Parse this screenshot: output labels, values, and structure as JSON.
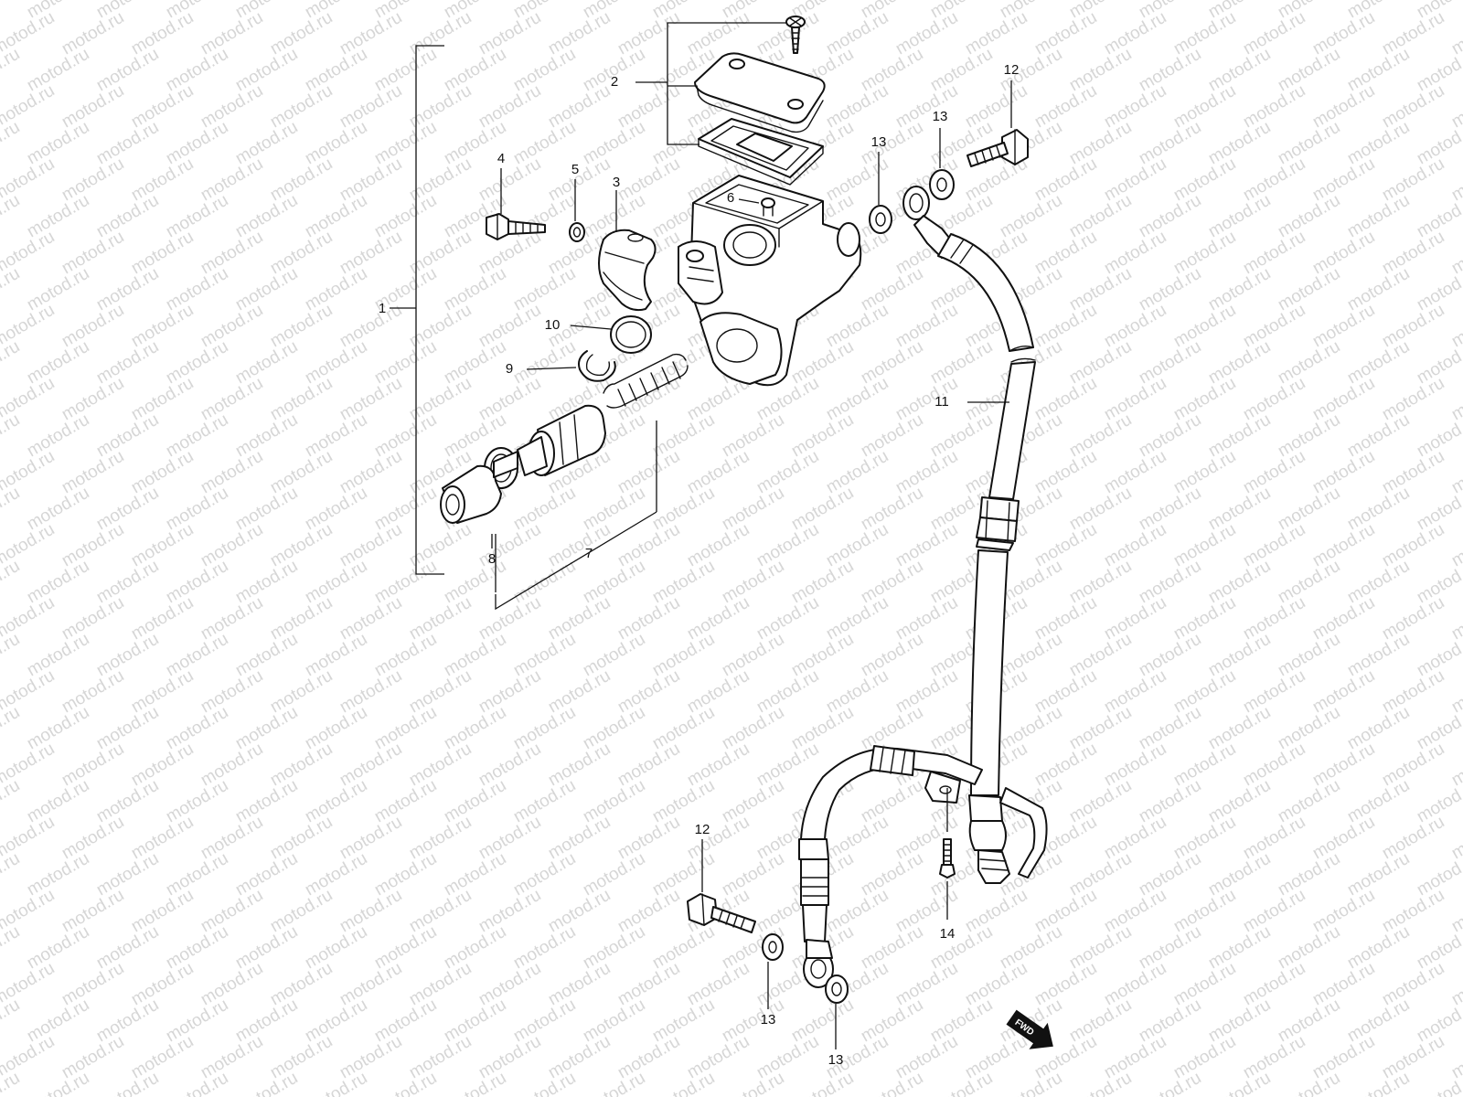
{
  "watermark_text": "motod.ru",
  "direction_label": "FWD",
  "callouts": {
    "c1": "1",
    "c2": "2",
    "c3": "3",
    "c4": "4",
    "c5": "5",
    "c6": "6",
    "c7": "7",
    "c8": "8",
    "c9": "9",
    "c10": "10",
    "c11": "11",
    "c12_top": "12",
    "c12_bottom": "12",
    "c13_top_a": "13",
    "c13_top_b": "13",
    "c13_bottom_a": "13",
    "c13_bottom_b": "13",
    "c14": "14"
  },
  "colors": {
    "ink": "#111111",
    "watermark": "#d6d6d6",
    "background": "#ffffff"
  }
}
